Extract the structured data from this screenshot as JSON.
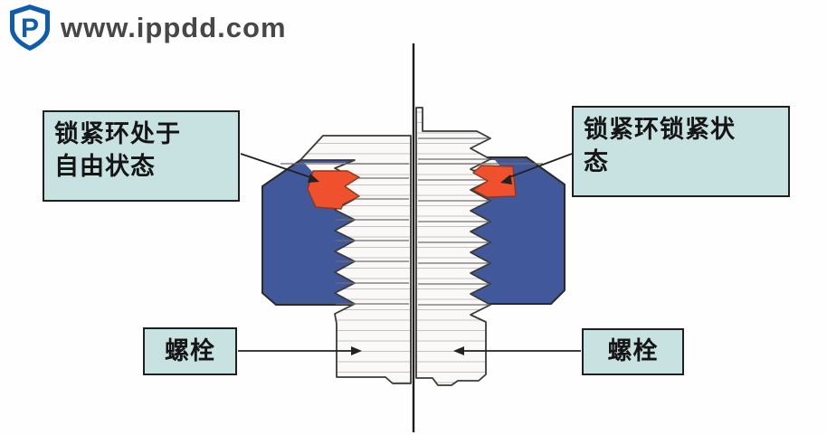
{
  "logo": {
    "monogram": "P",
    "text": "www.ippdd.com"
  },
  "labels": {
    "left_ring": "锁紧环处于\n自由状态",
    "right_ring": "锁紧环锁紧状\n态",
    "left_bolt": "螺栓",
    "right_bolt": "螺栓"
  },
  "colors": {
    "nut_blue": "#41589a",
    "ring_orange": "#ef512f",
    "label_bg": "#c7e2e1",
    "label_border": "#1f1f1f",
    "outline": "#3a3a3a",
    "bolt_fill": "#faf9f7",
    "thread_line": "#c3c2c0",
    "centerline": "#1b1b1b",
    "arrow": "#222222",
    "logo_blue": "#0e5cae",
    "logo_text": "#474747"
  }
}
